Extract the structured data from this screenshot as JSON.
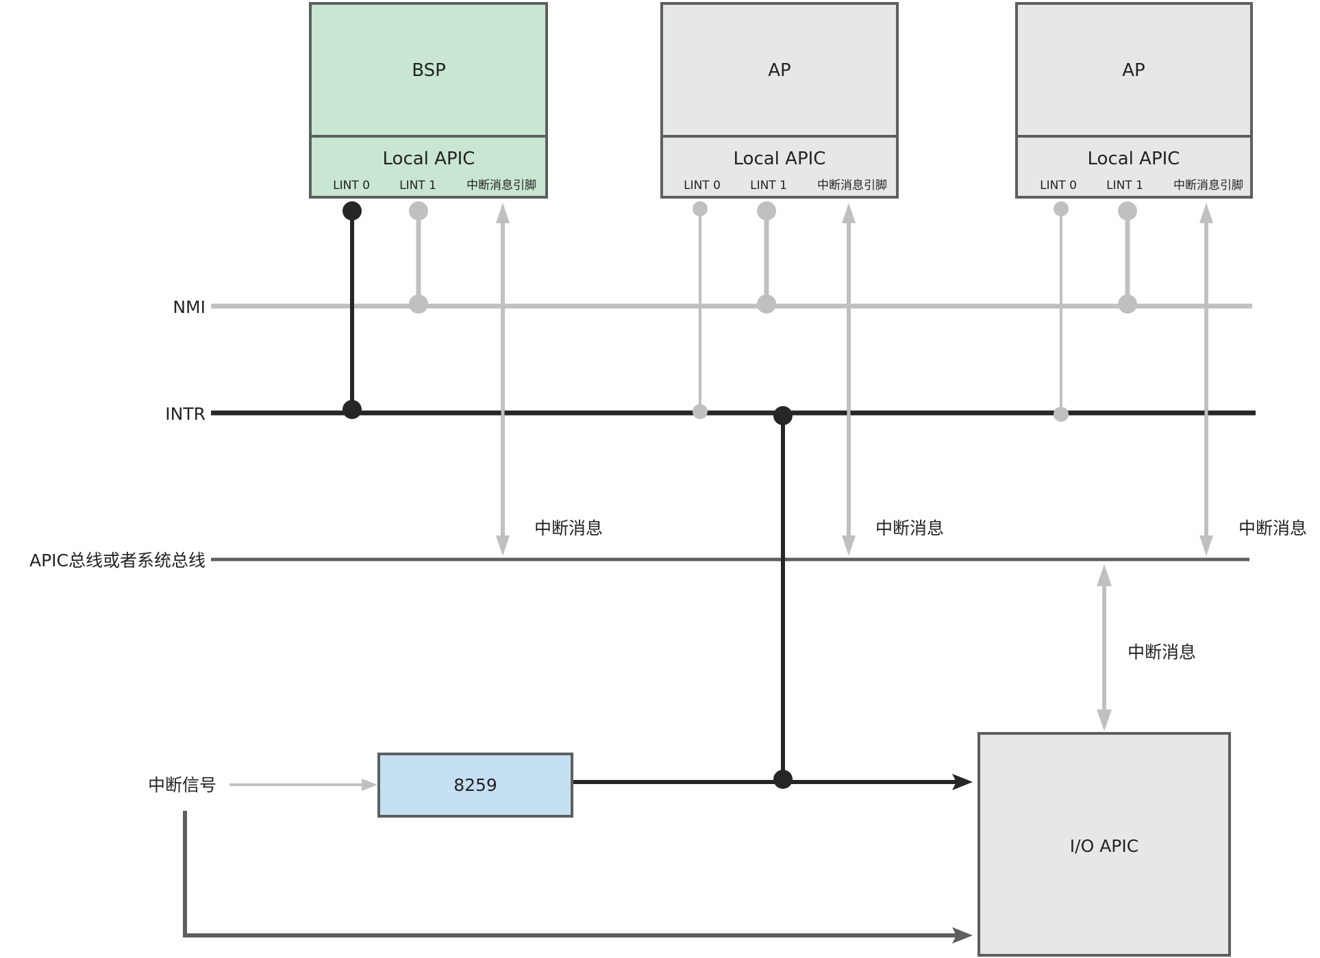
{
  "processors": [
    {
      "id": "bsp",
      "title": "BSP",
      "apic_label": "Local APIC",
      "fill": "#c8e6d1",
      "pins": [
        "LINT 0",
        "LINT 1",
        "中断消息引脚"
      ]
    },
    {
      "id": "ap1",
      "title": "AP",
      "apic_label": "Local APIC",
      "fill": "#e6e8e7",
      "pins": [
        "LINT 0",
        "LINT 1",
        "中断消息引脚"
      ]
    },
    {
      "id": "ap2",
      "title": "AP",
      "apic_label": "Local APIC",
      "fill": "#e6e8e7",
      "pins": [
        "LINT 0",
        "LINT 1",
        "中断消息引脚"
      ]
    }
  ],
  "lines": {
    "nmi": "NMI",
    "intr": "INTR",
    "bus": "APIC总线或者系统总线"
  },
  "message_labels": [
    "中断消息",
    "中断消息",
    "中断消息"
  ],
  "ioapic_message_label": "中断消息",
  "pic": {
    "label": "8259",
    "fill": "#c5e0f3"
  },
  "ioapic": {
    "label": "I/O APIC",
    "fill": "#e6e8e7"
  },
  "signal_label": "中断信号",
  "colors": {
    "border": "#5c5f5e",
    "dark": "#262626",
    "light": "#c0c0c0",
    "bus": "#5f5f5f"
  }
}
